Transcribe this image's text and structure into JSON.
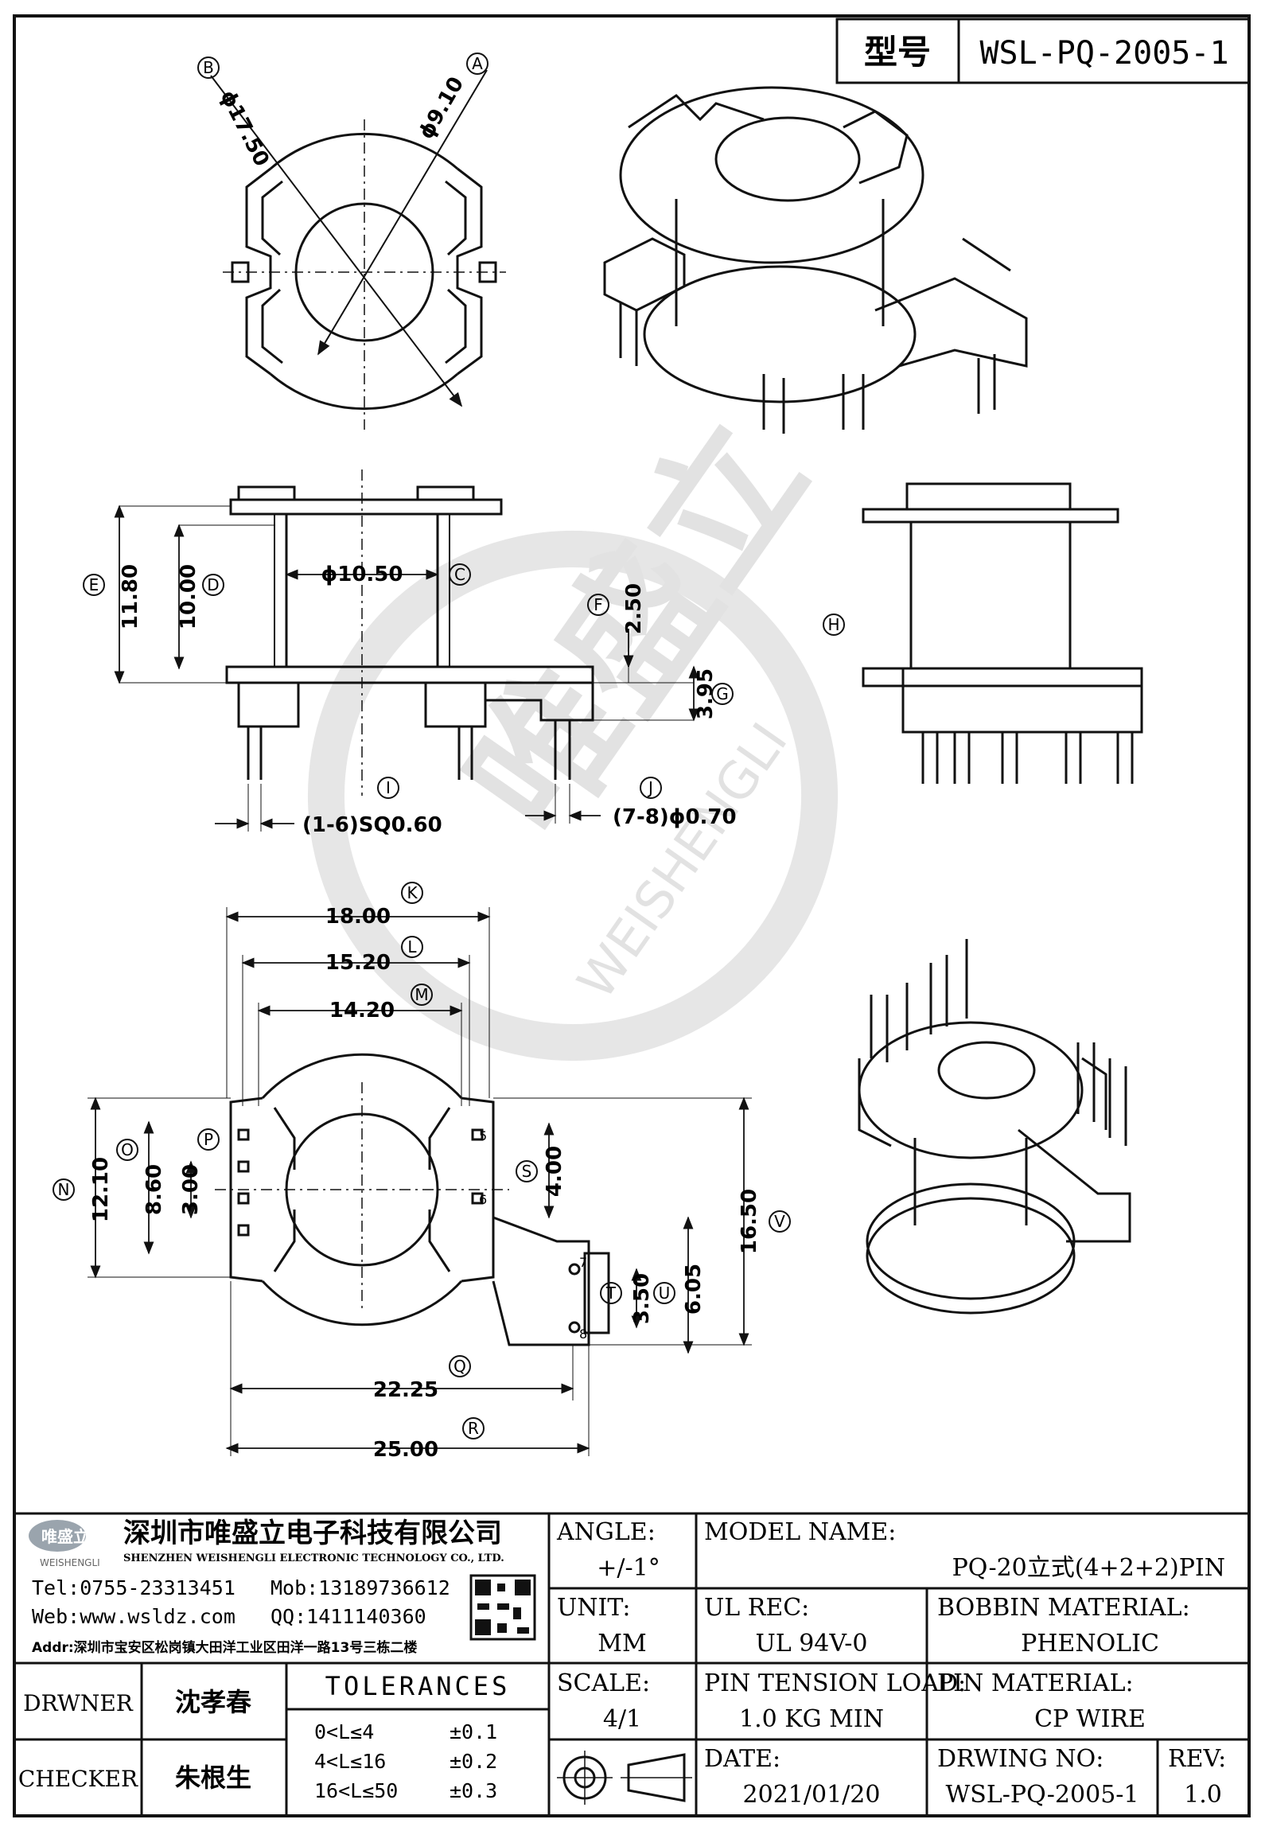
{
  "header": {
    "type_label": "型号",
    "model_code": "WSL-PQ-2005-1"
  },
  "watermark": {
    "brand_cn": "唯盛立",
    "brand_en": "WEISHENGLI"
  },
  "top_view": {
    "callouts": {
      "B": "B",
      "A": "A"
    },
    "dims": {
      "d_outer": "ϕ17.50",
      "d_inner": "ϕ9.10"
    }
  },
  "side_view": {
    "callouts": {
      "E": "E",
      "D": "D",
      "C": "C",
      "F": "F",
      "G": "G",
      "I": "I",
      "J": "J"
    },
    "dims": {
      "height_total": "11.80",
      "height_inner": "10.00",
      "core_dia": "ϕ10.50",
      "f_val": "2.50",
      "g_val": "3.95",
      "pin_sq": "(1-6)SQ0.60",
      "pin_dia": "(7-8)ϕ0.70"
    }
  },
  "end_view": {
    "callouts": {
      "H": "H"
    }
  },
  "bottom_view": {
    "callouts": {
      "K": "K",
      "L": "L",
      "M": "M",
      "N": "N",
      "O": "O",
      "P": "P",
      "S": "S",
      "T": "T",
      "U": "U",
      "V": "V",
      "Q": "Q",
      "R": "R"
    },
    "dims": {
      "k": "18.00",
      "l": "15.20",
      "m": "14.20",
      "n": "12.10",
      "o": "8.60",
      "p": "3.00",
      "s": "4.00",
      "t": "3.50",
      "u": "6.05",
      "v": "16.50",
      "q": "22.25",
      "r": "25.00"
    },
    "pins": [
      "5",
      "6",
      "7",
      "8"
    ]
  },
  "company": {
    "logo_cn": "唯盛立",
    "logo_en": "WEISHENGLI",
    "name_cn": "深圳市唯盛立电子科技有限公司",
    "name_en": "SHENZHEN WEISHENGLI ELECTRONIC TECHNOLOGY CO., LTD.",
    "tel": "Tel:0755-23313451",
    "mob": "Mob:13189736612",
    "web": "Web:www.wsldz.com",
    "qq": "QQ:1411140360",
    "addr": "Addr:深圳市宝安区松岗镇大田洋工业区田洋一路13号三栋二楼"
  },
  "title_block": {
    "angle_label": "ANGLE:",
    "angle_value": "+/-1°",
    "model_name_label": "MODEL NAME:",
    "model_name_value": "PQ-20立式(4+2+2)PIN",
    "unit_label": "UNIT:",
    "unit_value": "MM",
    "ul_label": "UL REC:",
    "ul_value": "UL 94V-0",
    "bobbin_label": "BOBBIN MATERIAL:",
    "bobbin_value": "PHENOLIC",
    "drawer_label": "DRWNER",
    "drawer_value": "沈孝春",
    "checker_label": "CHECKER",
    "checker_value": "朱根生",
    "tolerances_label": "TOLERANCES",
    "tolerances": [
      {
        "range": "0<L≤4",
        "value": "±0.1"
      },
      {
        "range": "4<L≤16",
        "value": "±0.2"
      },
      {
        "range": "16<L≤50",
        "value": "±0.3"
      }
    ],
    "scale_label": "SCALE:",
    "scale_value": "4/1",
    "pin_tension_label": "PIN TENSION LOAD:",
    "pin_tension_value": "1.0 KG MIN",
    "pin_material_label": "PIN MATERIAL:",
    "pin_material_value": "CP WIRE",
    "date_label": "DATE:",
    "date_value": "2021/01/20",
    "drawing_no_label": "DRWING NO:",
    "drawing_no_value": "WSL-PQ-2005-1",
    "rev_label": "REV:",
    "rev_value": "1.0"
  }
}
